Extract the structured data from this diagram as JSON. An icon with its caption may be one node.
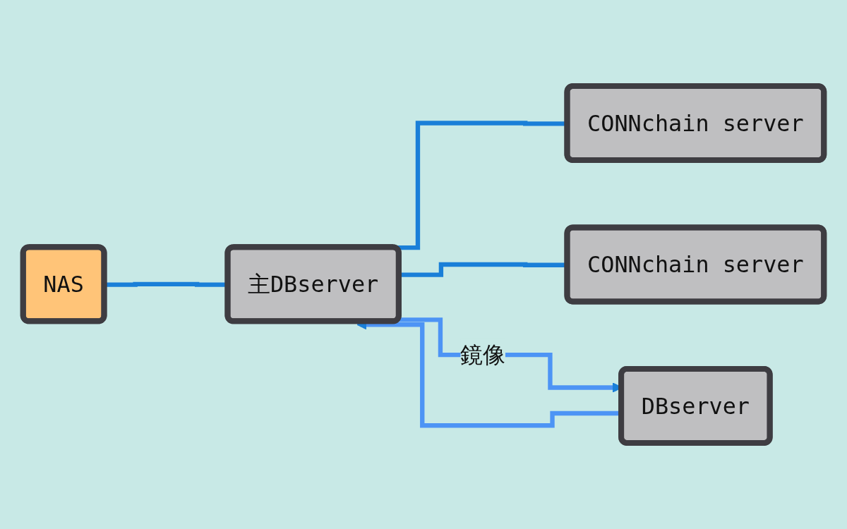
{
  "diagram": {
    "nodes": [
      {
        "text": [
          "主DBserver"
        ]
      },
      {
        "text": [
          "DBserver"
        ]
      },
      {
        "text": [
          "NAS"
        ]
      },
      {
        "text": [
          "CONNchain server"
        ]
      },
      {
        "text": [
          "CONNchain server"
        ]
      }
    ],
    "edges": [
      {
        "from": 2,
        "to": 0,
        "arrow": "none"
      },
      {
        "from": 0,
        "to": 3,
        "arrow": "none"
      },
      {
        "from": 0,
        "to": 4,
        "arrow": "none"
      },
      {
        "from": 0,
        "to": 1,
        "arrow": "to",
        "label": "鏡像",
        "color": "#4d94f5"
      },
      {
        "from": 1,
        "to": 0,
        "arrow": "to",
        "color": "#4d94f5"
      }
    ]
  }
}
